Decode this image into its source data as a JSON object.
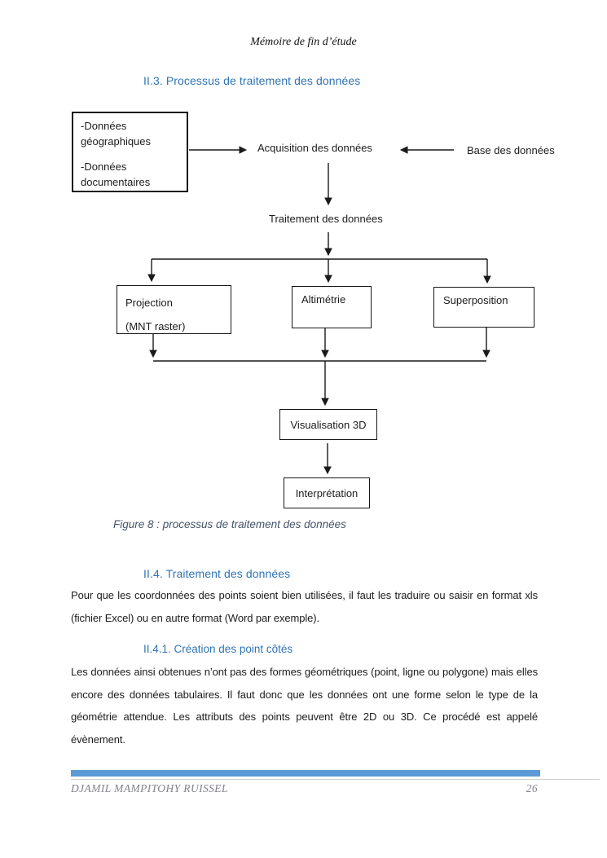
{
  "document": {
    "running_header": "Mémoire de fin d’étude",
    "section_3": {
      "heading": "II.3. Processus de traitement des données"
    },
    "figure": {
      "caption": "Figure 8 : processus de traitement des données",
      "nodes": {
        "sources_item_1": "-Données géographiques",
        "sources_item_2": "-Données documentaires",
        "acquisition": "Acquisition des données",
        "base": "Base des données",
        "traitement": "Traitement des données",
        "projection_title": "Projection",
        "projection_sub": "(MNT raster)",
        "altimetrie": "Altimétrie",
        "superposition": "Superposition",
        "visualisation": "Visualisation 3D",
        "interpretation": "Interprétation"
      }
    },
    "section_4": {
      "heading": "II.4. Traitement des données",
      "paragraph": "Pour que les coordonnées des points soient bien utilisées, il faut les traduire ou saisir en format xls (fichier Excel) ou en autre format (Word par exemple)."
    },
    "section_4_1": {
      "heading": "II.4.1. Création des point côtés",
      "paragraph": "Les données ainsi obtenues n’ont pas des formes géométriques (point, ligne ou polygone) mais elles encore des données tabulaires. Il faut donc que les données ont une forme selon le type de la géométrie attendue. Les attributs des points peuvent être 2D ou 3D. Ce procédé est appelé évènement."
    },
    "footer": {
      "author": "DJAMIL MAMPITOHY RUISSEL",
      "page_number": "26"
    },
    "colors": {
      "heading_blue": "#2E75B6",
      "caption_color": "#44546A",
      "footer_bar": "#5B9BD5"
    }
  }
}
